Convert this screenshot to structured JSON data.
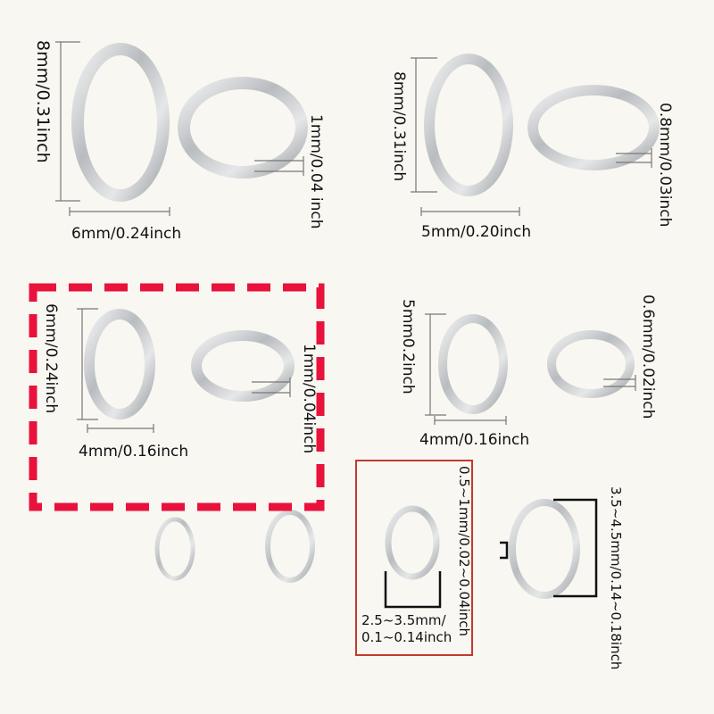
{
  "colors": {
    "dashed_box": "#e8123c",
    "solid_box": "#c23a2b",
    "ring_silver": "#c9cbcd",
    "background": "#f8f7f2"
  },
  "labels": {
    "ring_8x6_height": "8mm/0.31inch",
    "ring_8x6_width": "6mm/0.24inch",
    "ring_8x6_thickness": "1mm/0.04 inch",
    "ring_8x5_height": "8mm/0.31inch",
    "ring_8x5_width": "5mm/0.20inch",
    "ring_8x5_thickness": "0.8mm/0.03inch",
    "ring_6x4_height": "6mm/0.24inch",
    "ring_6x4_width": "4mm/0.16inch",
    "ring_6x4_thickness": "1mm/0.04inch",
    "ring_5x4_height": "5mm0.2inch",
    "ring_5x4_width": "4mm/0.16inch",
    "ring_5x4_thickness": "0.6mm/0.02inch",
    "small_thickness_line1": "0.5~1mm/",
    "small_thickness_line2": "0.02~0.04inch",
    "small_width_line1": "2.5~3.5mm/",
    "small_width_line2": "0.1~0.14inch",
    "small_height_line1": "3.5~4.5mm/",
    "small_height_line2": "0.14~0.18inch"
  }
}
